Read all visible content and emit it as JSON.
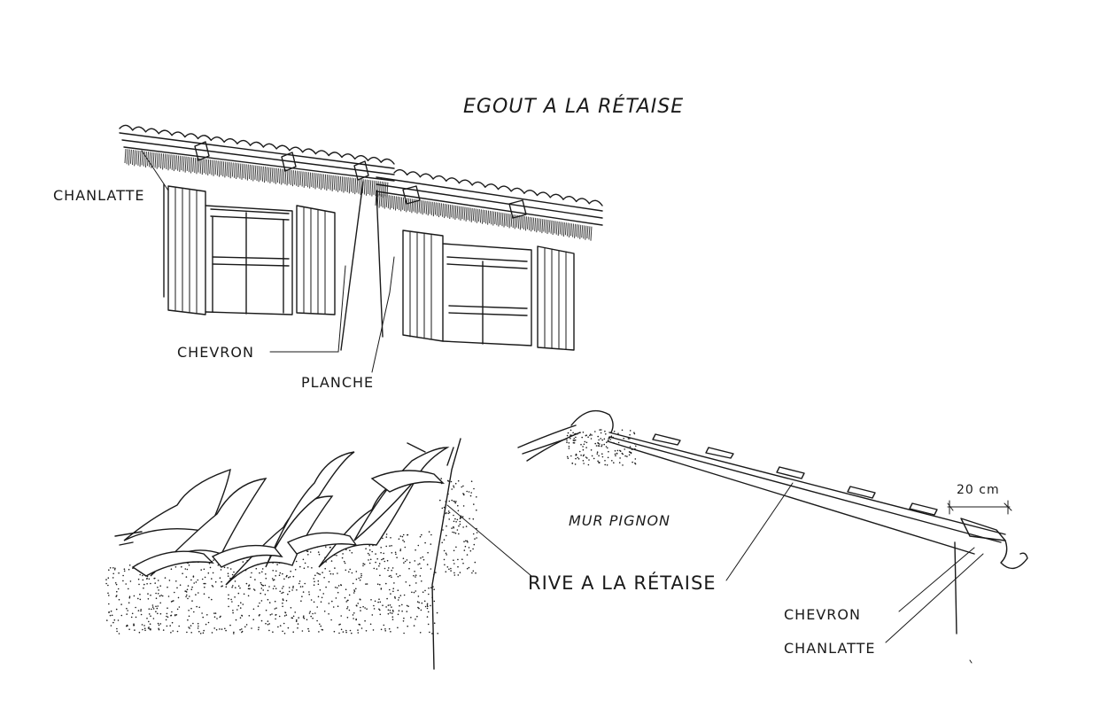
{
  "labels": {
    "title": "EGOUT A LA RÉTAISE",
    "chanlatte_top": "CHANLATTE",
    "chevron_top": "CHEVRON",
    "planche": "PLANCHE",
    "mur_pignon": "MUR PIGNON",
    "rive": "RIVE A LA RÉTAISE",
    "dimension": "20 cm",
    "chevron_bottom": "CHEVRON",
    "chanlatte_bottom": "CHANLATTE"
  }
}
